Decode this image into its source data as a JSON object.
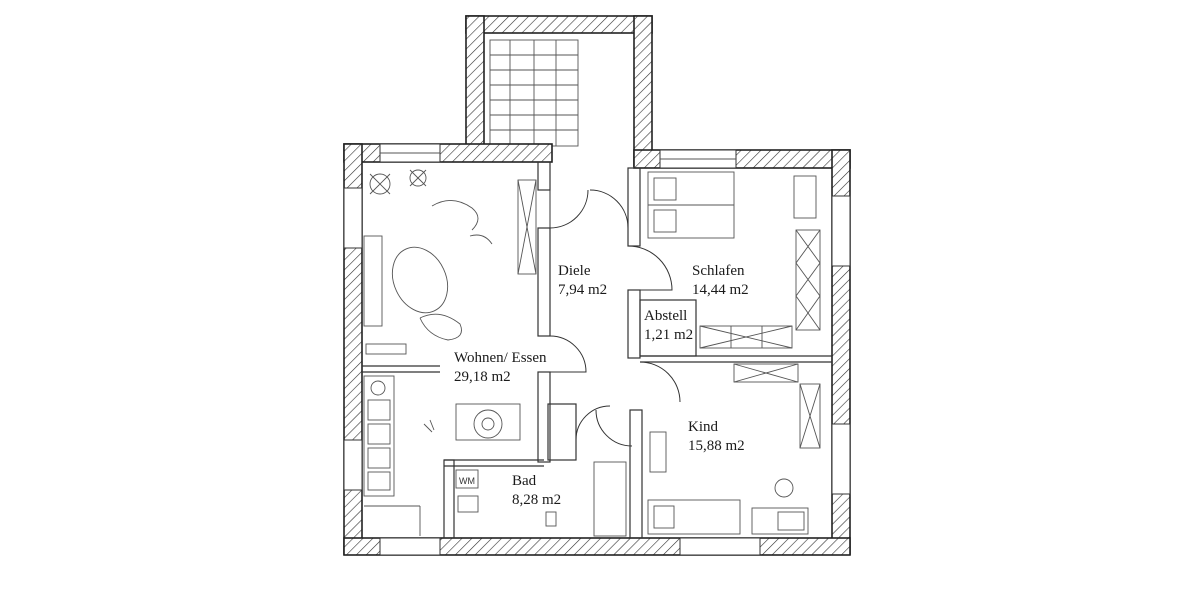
{
  "rooms": [
    {
      "id": "diele",
      "name": "Diele",
      "area": "7,94 m2"
    },
    {
      "id": "schlafen",
      "name": "Schlafen",
      "area": "14,44 m2"
    },
    {
      "id": "abstell",
      "name": "Abstell",
      "area": "1,21 m2"
    },
    {
      "id": "wohnen",
      "name": "Wohnen/ Essen",
      "area": "29,18 m2"
    },
    {
      "id": "kind",
      "name": "Kind",
      "area": "15,88 m2"
    },
    {
      "id": "bad",
      "name": "Bad",
      "area": "8,28 m2"
    }
  ],
  "fixtures": {
    "wc_label": "WM"
  }
}
